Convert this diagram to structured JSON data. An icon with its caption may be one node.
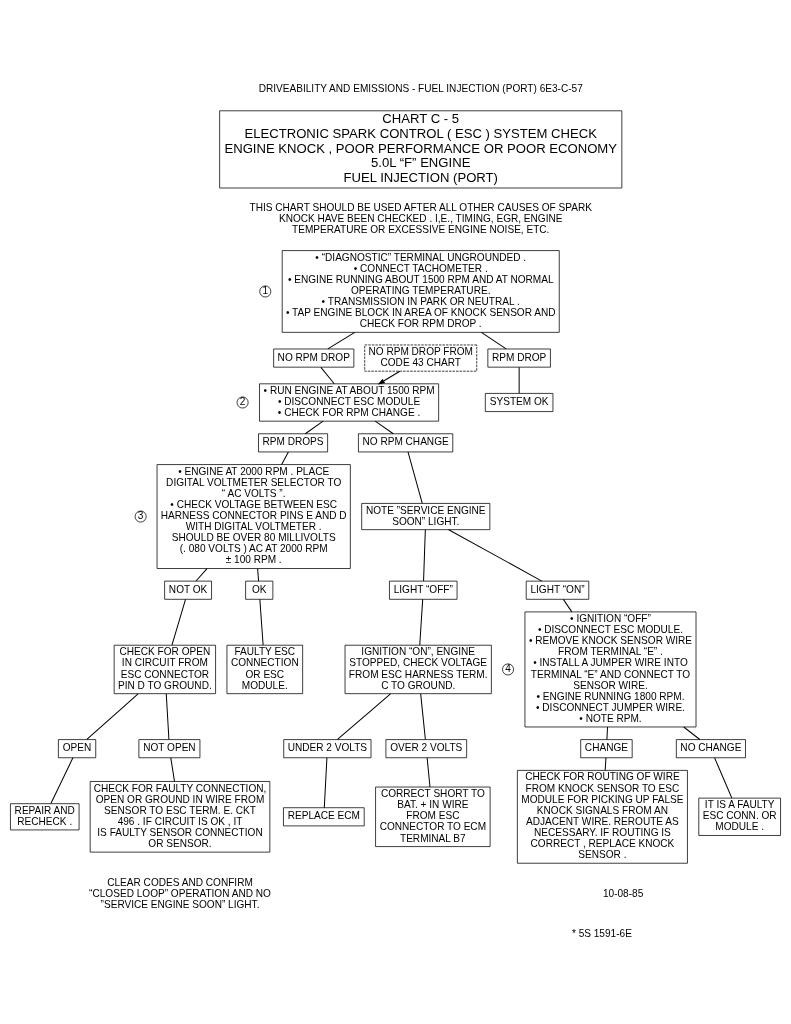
{
  "diagram": {
    "nodes": [
      {
        "text": [
          "CHART C - 5",
          "ELECTRONIC SPARK CONTROL ( ESC ) SYSTEM CHECK",
          "ENGINE KNOCK , POOR PERFORMANCE OR POOR ECONOMY",
          "5.0L “F” ENGINE",
          "FUEL INJECTION (PORT)"
        ]
      },
      {
        "text": [
          "• “DIAGNOSTIC” TERMINAL UNGROUNDED .",
          "• CONNECT TACHOMETER .",
          "• ENGINE RUNNING ABOUT 1500 RPM AND AT NORMAL OPERATING TEMPERATURE.",
          "• TRANSMISSION IN PARK OR NEUTRAL .",
          "• TAP ENGINE BLOCK IN AREA OF KNOCK SENSOR AND CHECK FOR RPM DROP ."
        ],
        "beside": [
          "1"
        ]
      },
      {
        "text": [
          "NO RPM DROP"
        ]
      },
      {
        "text": [
          "NO RPM DROP FROM CODE 43 CHART"
        ]
      },
      {
        "text": [
          "RPM DROP"
        ]
      },
      {
        "text": [
          "SYSTEM OK"
        ]
      },
      {
        "text": [
          "• RUN ENGINE AT ABOUT 1500 RPM",
          "• DISCONNECT ESC MODULE",
          "• CHECK FOR RPM CHANGE ."
        ],
        "beside": [
          "2"
        ]
      },
      {
        "text": [
          "RPM DROPS"
        ]
      },
      {
        "text": [
          "NO RPM CHANGE"
        ]
      },
      {
        "text": [
          "• ENGINE AT 2000 RPM . PLACE DIGITAL VOLTMETER SELECTOR TO “ AC VOLTS ”.",
          "• CHECK VOLTAGE BETWEEN ESC HARNESS CONNECTOR PINS E AND D WITH DIGITAL VOLTMETER . SHOULD BE OVER 80 MILLIVOLTS (. 080 VOLTS ) AC AT 2000 RPM ± 100 RPM ."
        ],
        "beside": [
          "3"
        ]
      },
      {
        "text": [
          "NOTE ”SERVICE ENGINE SOON” LIGHT."
        ]
      },
      {
        "text": [
          "NOT OK"
        ]
      },
      {
        "text": [
          "OK"
        ]
      },
      {
        "text": [
          "LIGHT “OFF”"
        ]
      },
      {
        "text": [
          "LIGHT “ON”"
        ]
      },
      {
        "text": [
          "IGNITION “ON”, ENGINE STOPPED, CHECK VOLTAGE FROM ESC HARNESS TERM. C TO GROUND."
        ]
      },
      {
        "text": [
          "• IGNITION “OFF”",
          "• DISCONNECT ESC MODULE.",
          "• REMOVE KNOCK SENSOR WIRE FROM TERMINAL “E” .",
          "• INSTALL A JUMPER WIRE INTO TERMINAL “E” AND CONNECT TO SENSOR WIRE.",
          "• ENGINE RUNNING 1800 RPM.",
          "• DISCONNECT JUMPER WIRE.",
          "• NOTE RPM."
        ],
        "beside": [
          "4"
        ]
      },
      {
        "text": [
          "CHECK FOR OPEN IN CIRCUIT FROM ESC CONNECTOR PIN D TO GROUND."
        ]
      },
      {
        "text": [
          "FAULTY ESC CONNECTION OR ESC MODULE."
        ]
      },
      {
        "text": [
          "UNDER 2 VOLTS"
        ]
      },
      {
        "text": [
          "OVER 2 VOLTS"
        ]
      },
      {
        "text": [
          "REPLACE ECM"
        ]
      },
      {
        "text": [
          "CORRECT SHORT TO BAT. + IN WIRE FROM ESC CONNECTOR TO ECM TERMINAL B7"
        ]
      },
      {
        "text": [
          "OPEN"
        ]
      },
      {
        "text": [
          "NOT OPEN"
        ]
      },
      {
        "text": [
          "CHANGE"
        ]
      },
      {
        "text": [
          "NO CHANGE"
        ]
      },
      {
        "text": [
          "REPAIR AND RECHECK ."
        ]
      },
      {
        "text": [
          "CHECK FOR FAULTY CONNECTION, OPEN OR GROUND IN WIRE FROM SENSOR TO ESC TERM. E. CKT 496 . IF CIRCUIT IS OK , IT IS FAULTY SENSOR CONNECTION OR SENSOR."
        ]
      },
      {
        "text": [
          "CHECK FOR ROUTING OF WIRE FROM KNOCK SENSOR TO ESC MODULE FOR PICKING UP FALSE KNOCK SIGNALS FROM AN ADJACENT WIRE. REROUTE AS NECESSARY. IF ROUTING IS CORRECT , REPLACE KNOCK SENSOR ."
        ]
      },
      {
        "text": [
          "IT IS A FAULTY ESC CONN. OR MODULE ."
        ]
      }
    ],
    "edges": [
      {
        "from": 1,
        "to": 2,
        "arrow": "none"
      },
      {
        "from": 1,
        "to": 4,
        "arrow": "none"
      },
      {
        "from": 2,
        "to": 6,
        "arrow": "none"
      },
      {
        "from": 3,
        "to": 6,
        "arrow": "to"
      },
      {
        "from": 4,
        "to": 5,
        "arrow": "none"
      },
      {
        "from": 6,
        "to": 7,
        "arrow": "none"
      },
      {
        "from": 6,
        "to": 8,
        "arrow": "none"
      },
      {
        "from": 7,
        "to": 9,
        "arrow": "none"
      },
      {
        "from": 8,
        "to": 10,
        "arrow": "none"
      },
      {
        "from": 9,
        "to": 11,
        "arrow": "none"
      },
      {
        "from": 9,
        "to": 12,
        "arrow": "none"
      },
      {
        "from": 10,
        "to": 13,
        "arrow": "none"
      },
      {
        "from": 10,
        "to": 14,
        "arrow": "none"
      },
      {
        "from": 13,
        "to": 15,
        "arrow": "none"
      },
      {
        "from": 14,
        "to": 16,
        "arrow": "none"
      },
      {
        "from": 11,
        "to": 17,
        "arrow": "none"
      },
      {
        "from": 12,
        "to": 18,
        "arrow": "none"
      },
      {
        "from": 15,
        "to": 19,
        "arrow": "none"
      },
      {
        "from": 15,
        "to": 20,
        "arrow": "none"
      },
      {
        "from": 19,
        "to": 21,
        "arrow": "none"
      },
      {
        "from": 20,
        "to": 22,
        "arrow": "none"
      },
      {
        "from": 17,
        "to": 23,
        "arrow": "none"
      },
      {
        "from": 17,
        "to": 24,
        "arrow": "none"
      },
      {
        "from": 23,
        "to": 27,
        "arrow": "none"
      },
      {
        "from": 24,
        "to": 28,
        "arrow": "none"
      },
      {
        "from": 16,
        "to": 25,
        "arrow": "none"
      },
      {
        "from": 16,
        "to": 26,
        "arrow": "none"
      },
      {
        "from": 25,
        "to": 29,
        "arrow": "none"
      },
      {
        "from": 26,
        "to": 30,
        "arrow": "none"
      }
    ],
    "labels": [
      "DRIVEABILITY AND EMISSIONS - FUEL INJECTION (PORT) 6E3-C-57",
      "THIS CHART SHOULD BE USED AFTER ALL OTHER CAUSES OF SPARK KNOCK HAVE BEEN CHECKED . I,E., TIMING, EGR, ENGINE TEMPERATURE OR EXCESSIVE ENGINE NOISE, ETC.",
      "CLEAR CODES AND CONFIRM “CLOSED LOOP” OPERATION AND NO ”SERVICE ENGINE SOON” LIGHT.",
      "10-08-85",
      "* 5S 1591-6E"
    ]
  }
}
